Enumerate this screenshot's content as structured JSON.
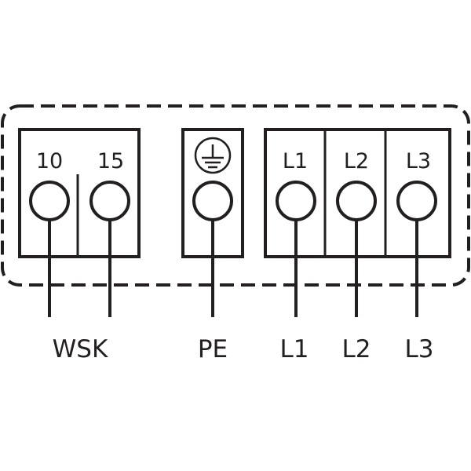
{
  "colors": {
    "stroke": "#231f20",
    "background": "#ffffff"
  },
  "terminal_labels": {
    "wsk_10": "10",
    "wsk_15": "15",
    "l1": "L1",
    "l2": "L2",
    "l3": "L3"
  },
  "icons": {
    "pe": "protective-earth-icon"
  },
  "wire_labels": {
    "wsk": "WSK",
    "pe": "PE",
    "l1": "L1",
    "l2": "L2",
    "l3": "L3"
  }
}
